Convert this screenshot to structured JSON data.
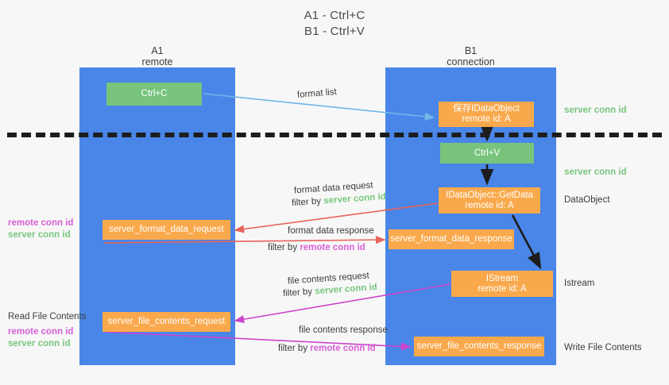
{
  "title": {
    "line1": "A1 - Ctrl+C",
    "line2": "B1 - Ctrl+V"
  },
  "lanes": [
    {
      "id": "a1",
      "name": "A1",
      "sub": "remote",
      "color": "#4a86e8"
    },
    {
      "id": "b1",
      "name": "B1",
      "sub": "connection",
      "color": "#4a86e8"
    }
  ],
  "nodes": {
    "ctrl_c": {
      "label": "Ctrl+C",
      "color": "#78c47d"
    },
    "save_idataobject": {
      "line1": "保存IDataObject",
      "line2": "remote id: A",
      "color": "#f9a94c"
    },
    "ctrl_v": {
      "label": "Ctrl+V",
      "color": "#78c47d"
    },
    "getdata": {
      "line1": "IDataObject::GetData",
      "line2": "remote id: A",
      "color": "#f9a94c"
    },
    "istream": {
      "line1": "IStream",
      "line2": "remote id: A",
      "color": "#f9a94c"
    },
    "server_format_data_request": {
      "label": "server_format_data_request",
      "color": "#f9a94c"
    },
    "server_format_data_response": {
      "label": "server_format_data_response",
      "color": "#f9a94c"
    },
    "server_file_contents_request": {
      "label": "server_file_contents_request",
      "color": "#f9a94c"
    },
    "server_file_contents_response": {
      "label": "server_file_contents_response",
      "color": "#f9a94c"
    }
  },
  "arrow_labels": {
    "format_list": "format list",
    "format_data_request": "format data request",
    "format_data_request_filter_prefix": "filter by ",
    "format_data_request_filter_value": "server conn id",
    "format_data_response": "format data response",
    "format_data_response_filter_prefix": "filter by ",
    "format_data_response_filter_value": "remote conn id",
    "file_contents_request": "file contents request",
    "file_contents_request_filter_prefix": "filter by ",
    "file_contents_request_filter_value": "server conn id",
    "file_contents_response": "file contents response",
    "file_contents_response_filter_prefix": "filter by ",
    "file_contents_response_filter_value": "remote conn id"
  },
  "right_labels": {
    "server_conn_id_top": "server conn id",
    "server_conn_id_mid": "server conn id",
    "dataobject": "DataObject",
    "istream": "Istream",
    "write_file_contents": "Write File Contents"
  },
  "left_labels": {
    "remote_conn_id_top": "remote conn id",
    "server_conn_id_top": "server conn id",
    "read_file_contents": "Read File Contents",
    "remote_conn_id_bottom": "remote conn id",
    "server_conn_id_bottom": "server conn id"
  },
  "colors": {
    "lane_blue": "#4a86e8",
    "node_orange": "#f9a94c",
    "node_green": "#78c47d",
    "server_conn_green": "#79c67f",
    "remote_conn_purple": "#d760d7",
    "arrow_blue": "#6fb7e8",
    "arrow_red": "#e8645a",
    "arrow_magenta": "#cc44cc",
    "arrow_black": "#1c1c1c",
    "background": "#f7f7f7"
  }
}
